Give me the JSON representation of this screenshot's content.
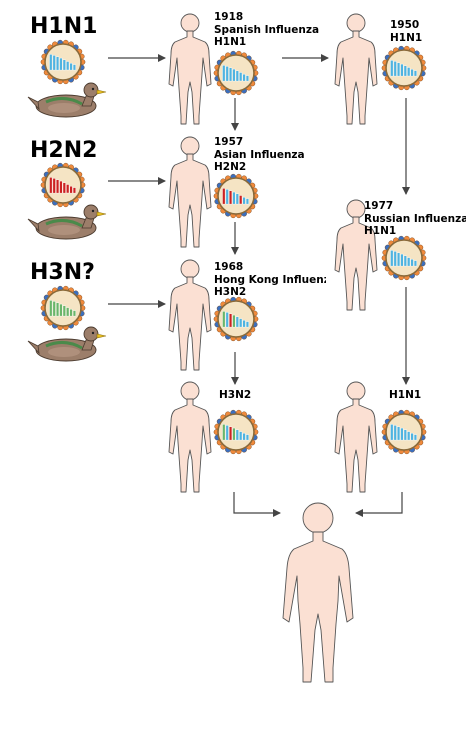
{
  "strains": {
    "h1n1": "H1N1",
    "h2n2": "H2N2",
    "h3n": "H3N?"
  },
  "events": {
    "e1918": {
      "year": "1918",
      "name": "Spanish Influenza",
      "subtype": "H1N1"
    },
    "e1950": {
      "year": "1950",
      "subtype": "H1N1"
    },
    "e1957": {
      "year": "1957",
      "name": "Asian Influenza",
      "subtype": "H2N2"
    },
    "e1977": {
      "year": "1977",
      "name": "Russian Influenza",
      "subtype": "H1N1"
    },
    "e1968": {
      "year": "1968",
      "name": "Hong Kong Influenza",
      "subtype": "H3N2"
    },
    "current_left": {
      "subtype": "H3N2"
    },
    "current_right": {
      "subtype": "H1N1"
    }
  },
  "colors": {
    "skin": "#fbe0d3",
    "virus_core": "#f5e4c4",
    "virus_ring": "#8a6a3a",
    "spike_orange": "#f08a3c",
    "spike_blue": "#3a6fc0",
    "segment_blue": "#4fb3e0",
    "segment_red": "#cc2222",
    "segment_green": "#6ab56a",
    "duck_body": "#9c7e6a",
    "duck_head_green": "#4a8a4a",
    "duck_bill": "#e8c020",
    "arrow": "#444444"
  }
}
